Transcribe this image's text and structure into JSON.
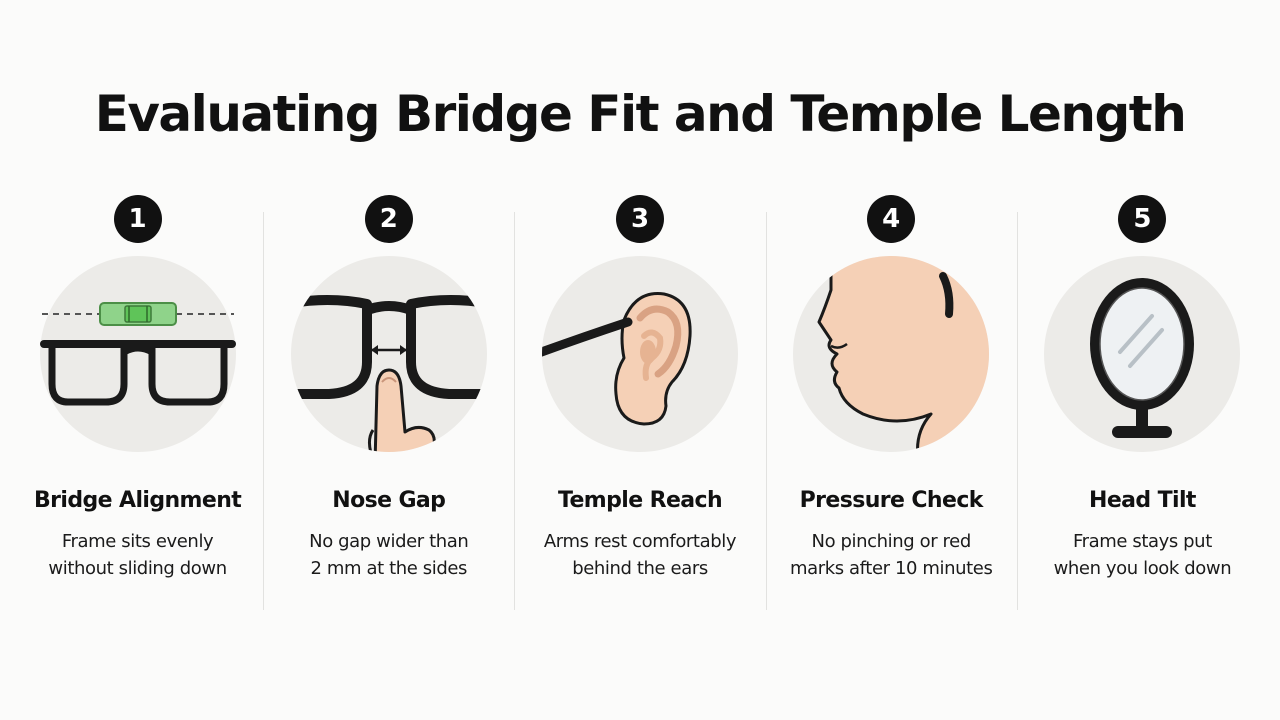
{
  "title": "Evaluating Bridge Fit and Temple Length",
  "colors": {
    "circle_bg": "#ecebe8",
    "frame": "#1a1a1a",
    "skin": "#f5d0b6",
    "skin_shade": "#e6b392",
    "level_green": "#6fd06a"
  },
  "steps": [
    {
      "number": "1",
      "icon": "glasses-level-icon",
      "title": "Bridge Alignment",
      "desc_line1": "Frame sits evenly",
      "desc_line2": "without sliding down"
    },
    {
      "number": "2",
      "icon": "nose-gap-finger-icon",
      "title": "Nose Gap",
      "desc_line1": "No gap wider than",
      "desc_line2": "2 mm at the sides"
    },
    {
      "number": "3",
      "icon": "ear-temple-icon",
      "title": "Temple Reach",
      "desc_line1": "Arms rest comfortably",
      "desc_line2": "behind the ears"
    },
    {
      "number": "4",
      "icon": "face-profile-icon",
      "title": "Pressure Check",
      "desc_line1": "No pinching or red",
      "desc_line2": "marks after 10 minutes"
    },
    {
      "number": "5",
      "icon": "mirror-icon",
      "title": "Head Tilt",
      "desc_line1": "Frame stays put",
      "desc_line2": "when you look down"
    }
  ]
}
